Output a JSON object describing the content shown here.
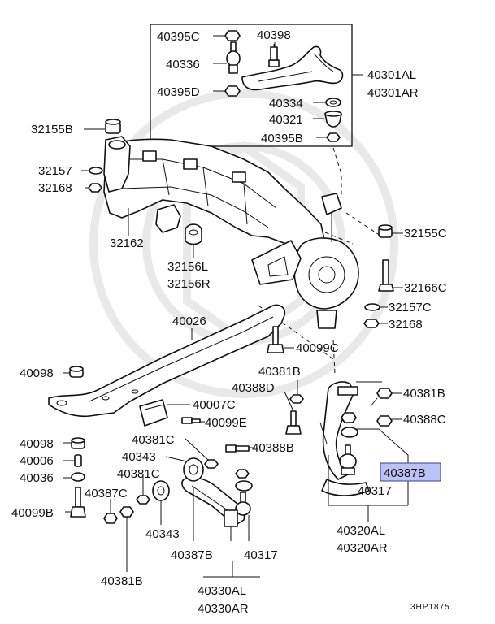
{
  "labels": {
    "l40395c": "40395C",
    "l40398": "40398",
    "l40336": "40336",
    "l40301al": "40301AL",
    "l40301ar": "40301AR",
    "l40395d": "40395D",
    "l40334": "40334",
    "l40321": "40321",
    "l40395b": "40395B",
    "l32155b": "32155B",
    "l32157a": "32157",
    "l32168a": "32168",
    "l32162": "32162",
    "l32156l": "32156L",
    "l32156r": "32156R",
    "l32155c": "32155C",
    "l32166c": "32166C",
    "l32157c": "32157C",
    "l32168b": "32168",
    "l40026": "40026",
    "l40098a": "40098",
    "l40099c": "40099C",
    "l40381b_top": "40381B",
    "l40388d": "40388D",
    "l40381b_right": "40381B",
    "l40007c": "40007C",
    "l40099e": "40099E",
    "l40388c": "40388C",
    "l40098b": "40098",
    "l40381c_a": "40381C",
    "l40388b": "40388B",
    "l40006": "40006",
    "l40343a": "40343",
    "l40387b_hl": "40387B",
    "l40036": "40036",
    "l40381c_b": "40381C",
    "l40317a": "40317",
    "l40387c": "40387C",
    "l40099b": "40099B",
    "l40343b": "40343",
    "l40320al": "40320AL",
    "l40320ar": "40320AR",
    "l40387b_low": "40387B",
    "l40317b": "40317",
    "l40381b_low": "40381B",
    "l40330al": "40330AL",
    "l40330ar": "40330AR"
  },
  "diagram_code": "3HP1875",
  "highlight_color": "#bcc3f4"
}
